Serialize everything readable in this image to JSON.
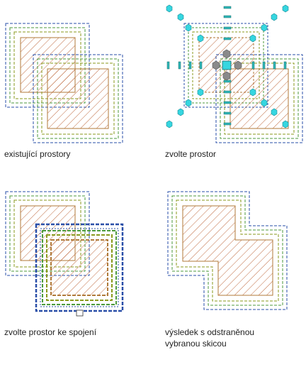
{
  "captions": {
    "step1": "existující prostory",
    "step2": "zvolte prostor",
    "step3": "zvolte prostor ke spojení",
    "step4_line1": "výsledek s odstraněnou",
    "step4_line2": "vybranou skicou"
  },
  "colors": {
    "boundary_blue": "#2a4fa8",
    "offset_olive": "#8a9a1e",
    "offset_green": "#4c9a3c",
    "offset_brown": "#b07a3a",
    "hatch": "#b85a2a",
    "grip_cyan": "#36d6e0",
    "grip_gray": "#8a8a8a"
  },
  "icons": [
    "cyan-grip-icon",
    "gray-hex-grip-icon",
    "dash-grip-icon"
  ]
}
